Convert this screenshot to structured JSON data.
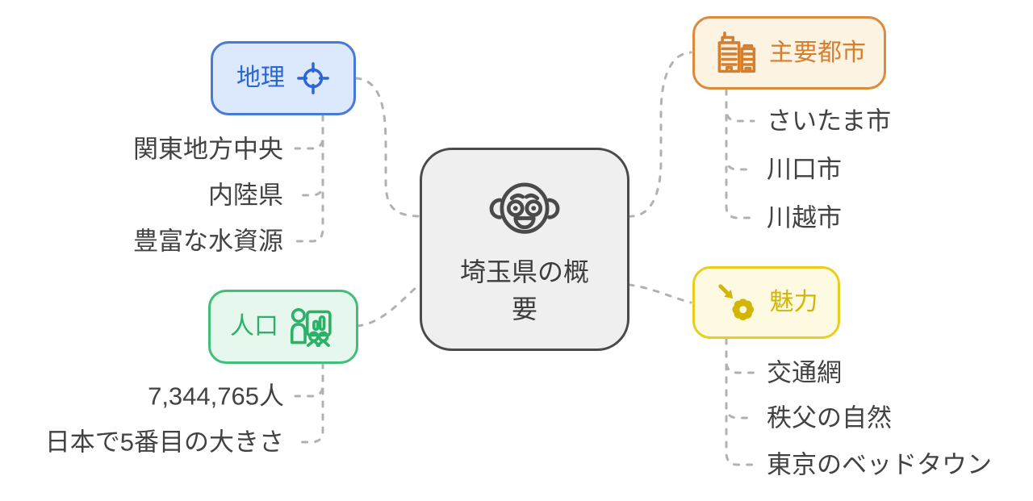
{
  "diagram": {
    "root": {
      "label": "埼玉県の概要",
      "icon": "baby-face-icon",
      "border_color": "#4a4a4a",
      "background_color": "#efefef",
      "text_color": "#3d3d3d"
    },
    "branches": [
      {
        "id": "geography",
        "label": "地理",
        "icon": "crosshair-icon",
        "border_color": "#477ad8",
        "background_color": "#dce8fb",
        "text_color": "#2b66d5",
        "children": [
          "関東地方中央",
          "内陸県",
          "豊富な水資源"
        ]
      },
      {
        "id": "population",
        "label": "人口",
        "icon": "people-presentation-icon",
        "border_color": "#40be7a",
        "background_color": "#e6f8ee",
        "text_color": "#2db168",
        "children": [
          "7,344,765人",
          "日本で5番目の大きさ"
        ]
      },
      {
        "id": "major-cities",
        "label": "主要都市",
        "icon": "city-buildings-icon",
        "border_color": "#dc8b3d",
        "background_color": "#fcf3e2",
        "text_color": "#d57f2e",
        "children": [
          "さいたま市",
          "川口市",
          "川越市"
        ]
      },
      {
        "id": "attractions",
        "label": "魅力",
        "icon": "arrow-flower-icon",
        "border_color": "#e6cf1e",
        "background_color": "#fefae1",
        "text_color": "#d2b603",
        "children": [
          "交通網",
          "秩父の自然",
          "東京のベッドタウン"
        ]
      }
    ],
    "connector_color": "#b2b2b2",
    "leaf_text_color": "#424242"
  }
}
